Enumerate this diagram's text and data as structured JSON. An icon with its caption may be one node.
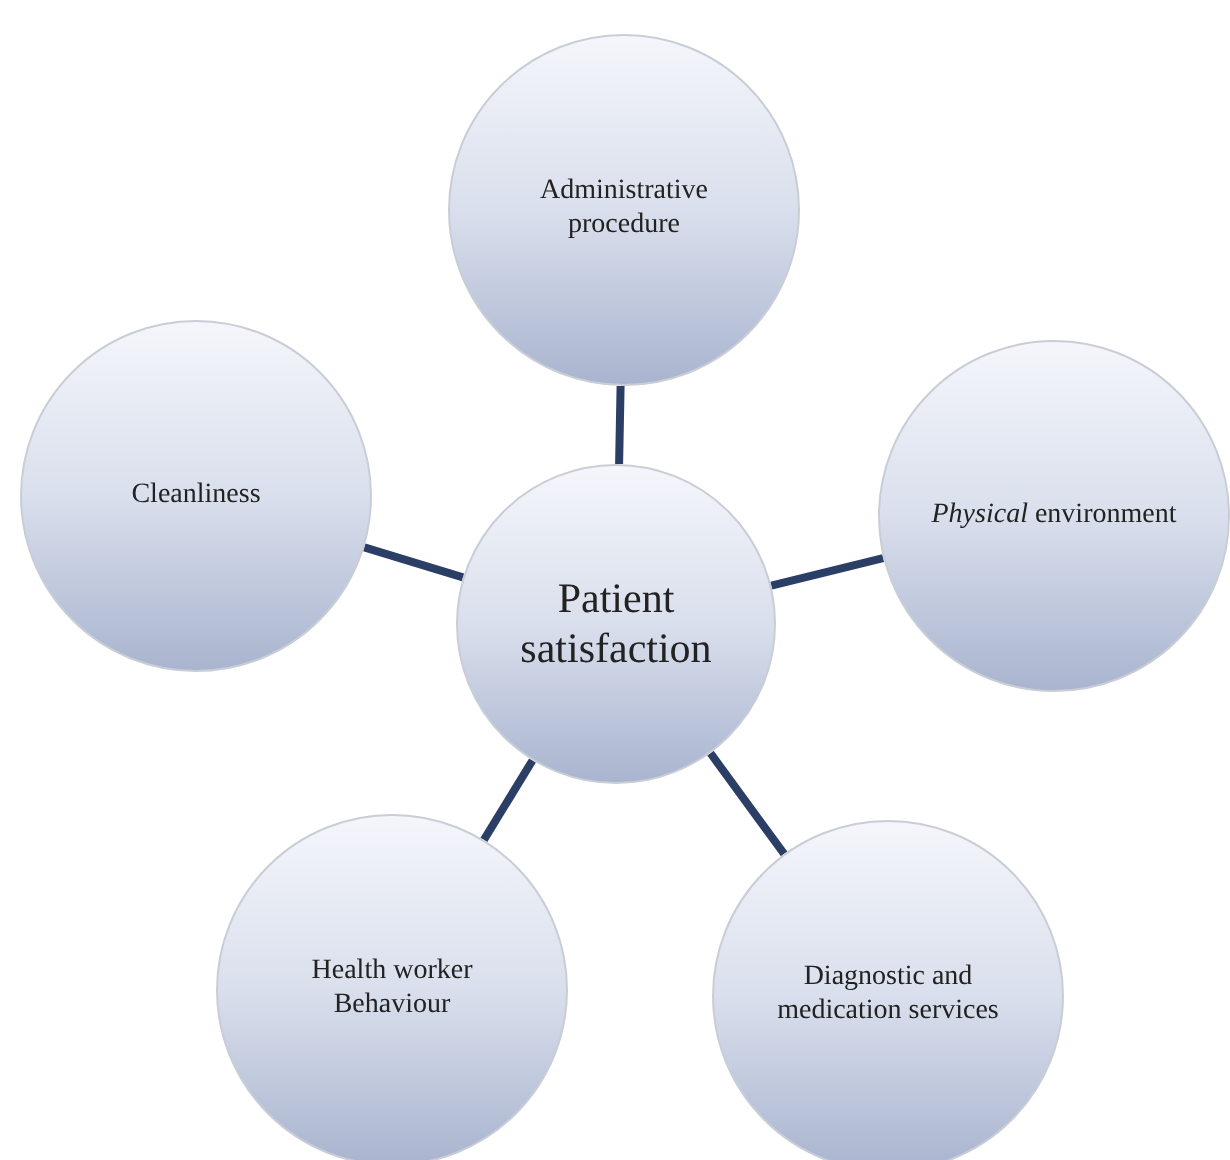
{
  "diagram": {
    "nodes": [
      {
        "text": [
          "Patient satisfaction"
        ]
      },
      {
        "text": [
          "Administrative procedure"
        ]
      },
      {
        "text": [
          "*Physical* environment"
        ]
      },
      {
        "text": [
          "Diagnostic and medication services"
        ]
      },
      {
        "text": [
          "Health worker Behaviour"
        ]
      },
      {
        "text": [
          "Cleanliness"
        ]
      }
    ],
    "edges": [
      {
        "from": 0,
        "to": 1,
        "arrow": "none"
      },
      {
        "from": 0,
        "to": 2,
        "arrow": "none"
      },
      {
        "from": 0,
        "to": 3,
        "arrow": "none"
      },
      {
        "from": 0,
        "to": 4,
        "arrow": "none"
      },
      {
        "from": 0,
        "to": 5,
        "arrow": "none"
      }
    ]
  }
}
